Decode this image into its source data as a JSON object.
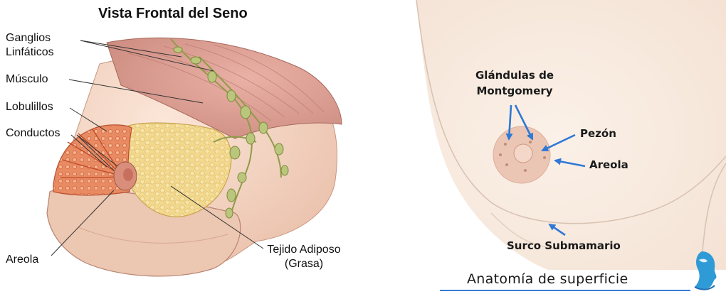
{
  "left_panel": {
    "title": "Vista Frontal del Seno",
    "labels": {
      "lymph_nodes_line1": "Ganglios",
      "lymph_nodes_line2": "Linfáticos",
      "muscle": "Músculo",
      "lobules": "Lobulillos",
      "ducts": "Conductos",
      "areola": "Areola",
      "adipose_line1": "Tejido Adiposo",
      "adipose_line2": "(Grasa)"
    }
  },
  "right_panel": {
    "labels": {
      "montgomery_line1": "Glándulas de",
      "montgomery_line2": "Montgomery",
      "nipple": "Pezón",
      "areola": "Areola",
      "inframammary": "Surco Submamario"
    },
    "footer_title": "Anatomía de superficie",
    "logo_icon": "face-profile-logo-icon"
  },
  "colors": {
    "arrow_blue": "#2f78d6",
    "skin_light": "#f8e8da",
    "muscle": "#d99a8e",
    "fat": "#f1d58a",
    "lobules": "#e4774f",
    "lymph": "#b7c37a"
  }
}
